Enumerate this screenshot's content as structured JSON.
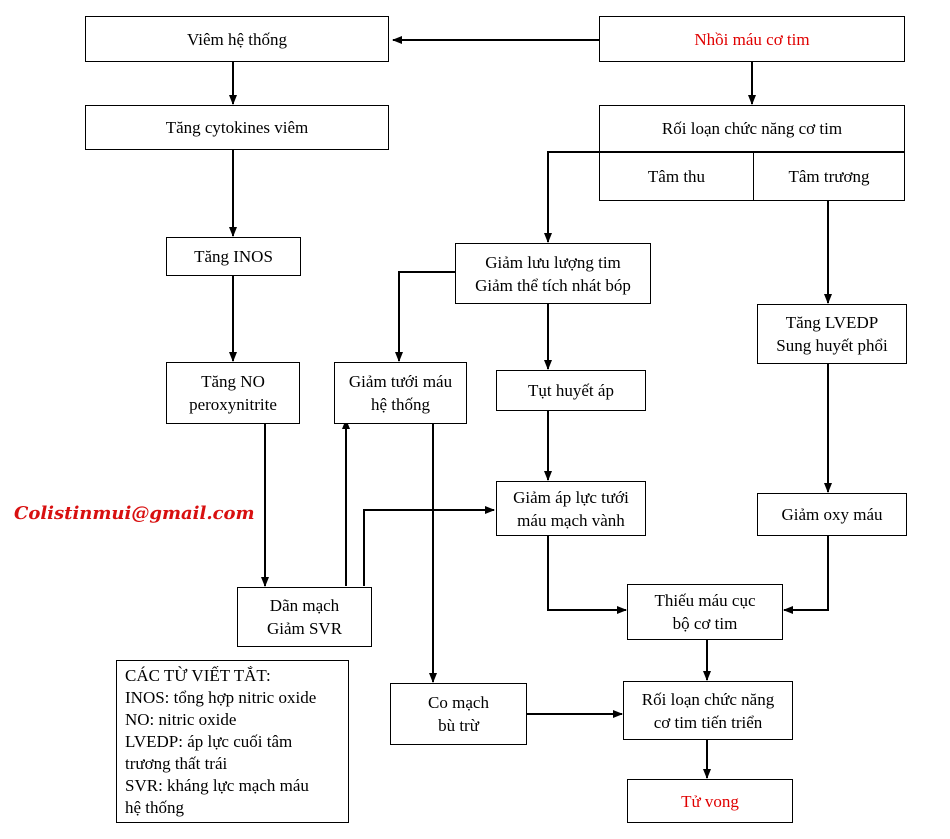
{
  "nodes": {
    "viem_he_thong": "Viêm hệ thống",
    "nhoi_mau": "Nhồi máu cơ tim",
    "tang_cytokines": "Tăng cytokines viêm",
    "roi_loan_chuc_nang": "Rối loạn chức năng cơ tim",
    "tam_thu": "Tâm thu",
    "tam_truong": "Tâm trương",
    "tang_inos": "Tăng INOS",
    "giam_luu_luong": "Giảm lưu lượng tim\nGiảm thể tích nhát bóp",
    "tang_lvedp": "Tăng LVEDP\nSung huyết phổi",
    "tang_no": "Tăng NO\nperoxynitrite",
    "giam_tuoi_mau": "Giảm tưới máu\nhệ thống",
    "tut_huyet_ap": "Tụt huyết áp",
    "giam_ap_luc": "Giảm áp lực tưới\nmáu mạch vành",
    "giam_oxy": "Giảm oxy máu",
    "dan_mach": "Dãn mạch\nGiảm SVR",
    "thieu_mau": "Thiếu máu cục\nbộ cơ tim",
    "co_mach": "Co mạch\nbù trừ",
    "roi_loan_tien_trien": "Rối loạn chức năng\ncơ tim tiến triển",
    "tu_vong": "Tử vong"
  },
  "legend": {
    "title": "CÁC TỪ VIẾT TẮT:",
    "items": [
      "INOS: tổng hợp nitric oxide",
      "NO: nitric oxide",
      "LVEDP: áp lực cuối tâm",
      "trương thất trái",
      "SVR: kháng lực mạch máu",
      "hệ thống"
    ]
  },
  "watermark": "Colistinmui@gmail.com",
  "colors": {
    "red_text": "#e00000",
    "line": "#000000",
    "watermark": "#d81010"
  }
}
